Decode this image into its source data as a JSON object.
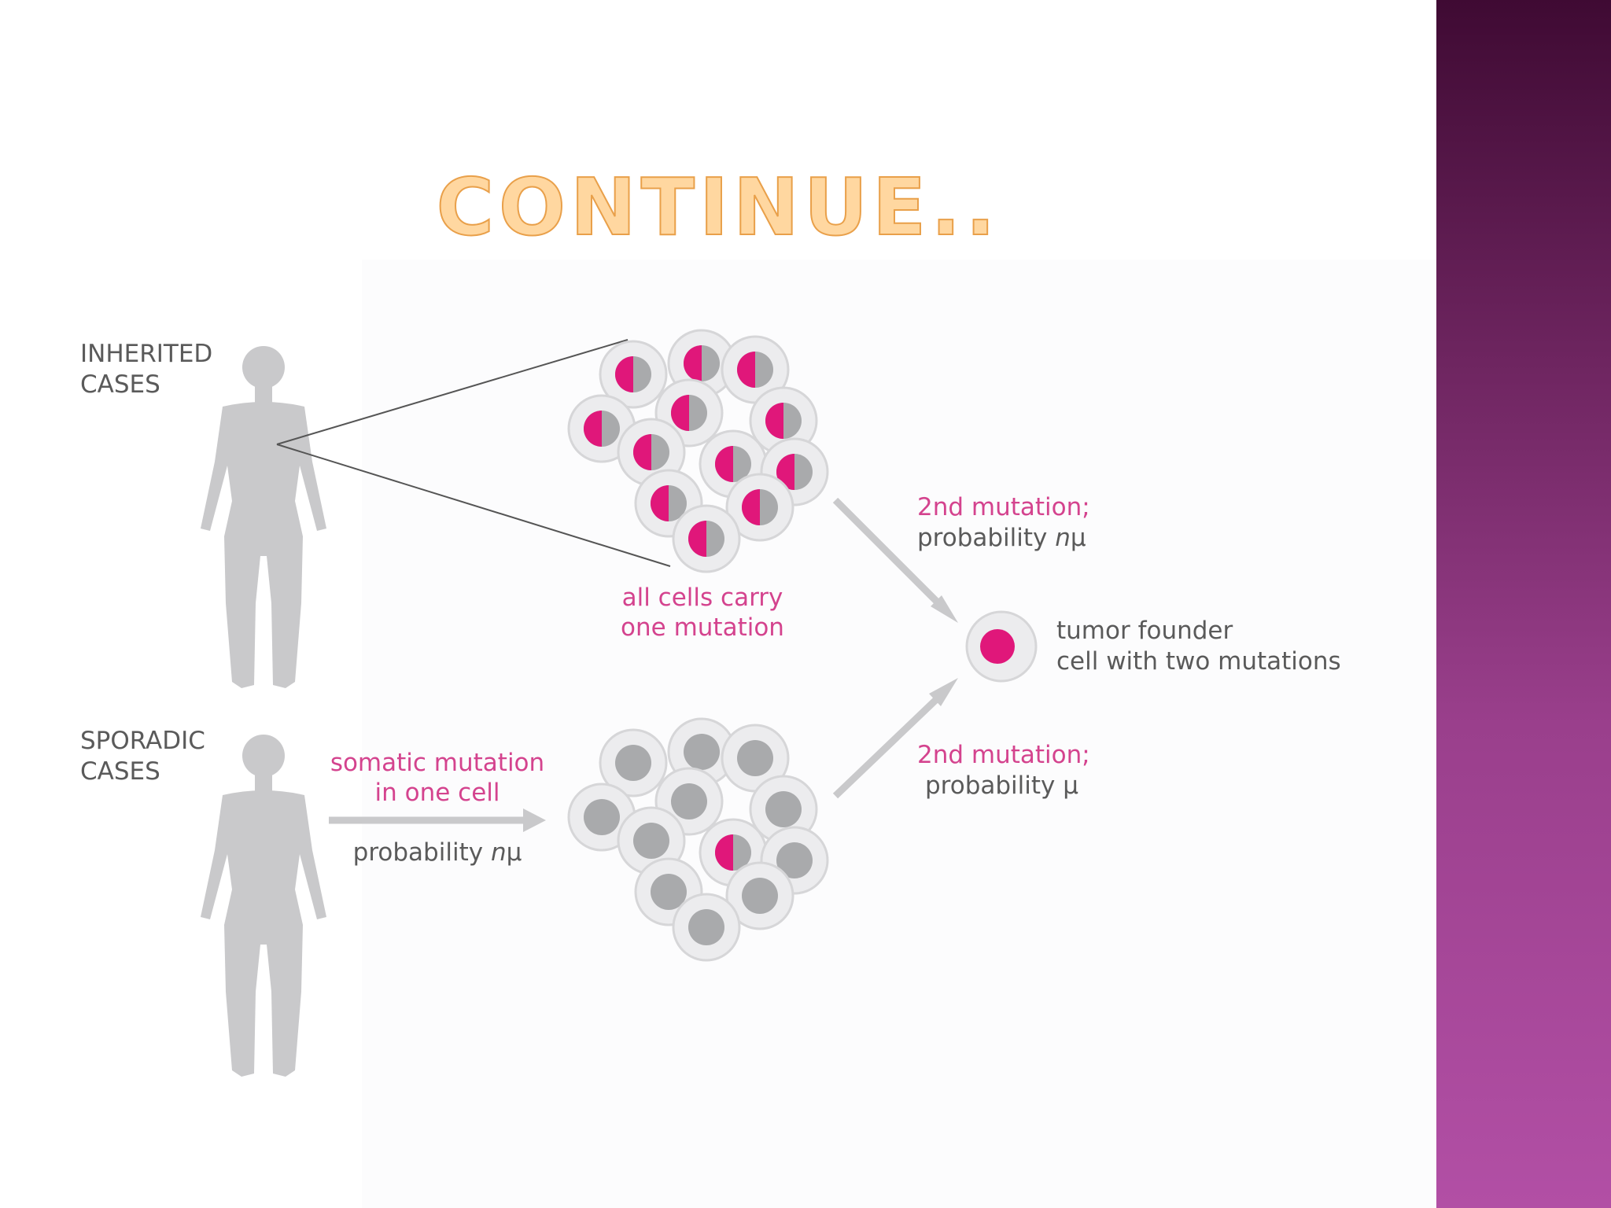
{
  "slide": {
    "title": "CONTINUE.."
  },
  "diagram": {
    "inherited_label_line1": "INHERITED",
    "inherited_label_line2": "CASES",
    "sporadic_label_line1": "SPORADIC",
    "sporadic_label_line2": "CASES",
    "all_cells_line1": "all cells carry",
    "all_cells_line2": "one mutation",
    "second_mutation_top_line1": "2nd mutation;",
    "second_mutation_top_line2_prefix": "probability ",
    "second_mutation_top_line2_n": "n",
    "second_mutation_top_line2_mu": "μ",
    "second_mutation_bottom_line1": "2nd mutation;",
    "second_mutation_bottom_line2": "probability μ",
    "tumor_line1": "tumor founder",
    "tumor_line2": "cell with two mutations",
    "somatic_line1": "somatic mutation",
    "somatic_line2": "in one cell",
    "somatic_prob_prefix": "probability ",
    "somatic_prob_n": "n",
    "somatic_prob_mu": "μ"
  },
  "colors": {
    "mutation_magenta": "#e0177a",
    "label_magenta": "#d4438e",
    "body_gray": "#c9c9cb",
    "cell_outer": "#ececee",
    "cell_nucleus": "#a9aaac",
    "title_fill": "#ffd7a0",
    "title_outline": "#e9a04a",
    "sidebar_top": "#3f0a33",
    "sidebar_bottom": "#b24fa5"
  }
}
